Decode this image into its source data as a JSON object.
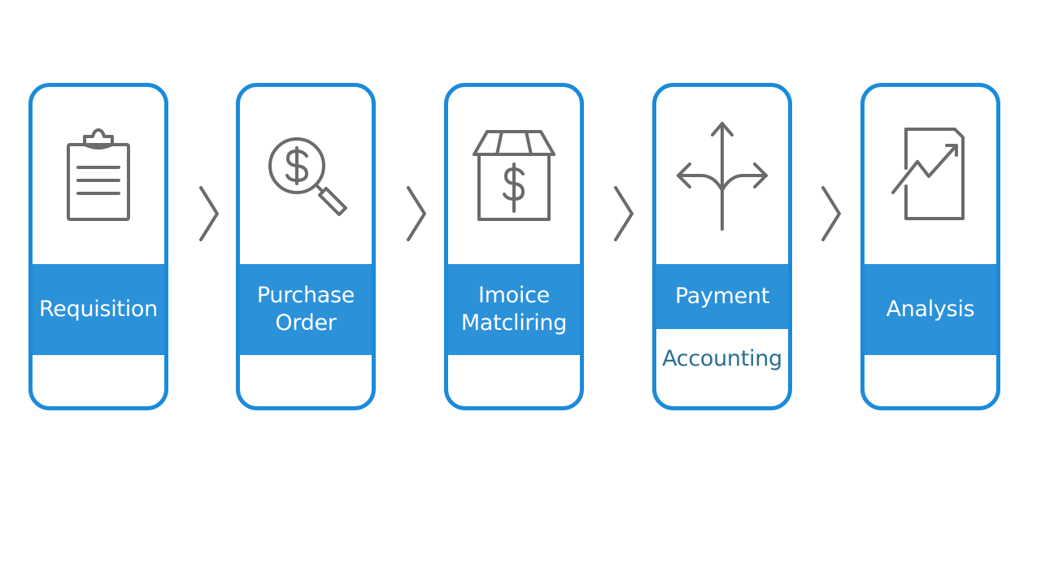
{
  "steps": [
    {
      "name": "requisition",
      "label_lines": [
        "Requisition"
      ],
      "icon": "clipboard-icon"
    },
    {
      "name": "purchase-order",
      "label_lines": [
        "Purchase",
        "Order"
      ],
      "icon": "dollar-magnifier-icon"
    },
    {
      "name": "invoice-matching",
      "label_lines": [
        "Imoice",
        "Matcliring"
      ],
      "icon": "store-dollar-icon"
    },
    {
      "name": "payment",
      "label_lines": [
        "Payment"
      ],
      "sublabel": "Accounting",
      "icon": "branching-arrows-icon"
    },
    {
      "name": "analysis",
      "label_lines": [
        "Analysis"
      ],
      "icon": "trend-chart-icon"
    }
  ],
  "colors": {
    "border": "#1b8bd9",
    "band": "#2b91d9",
    "icon_stroke": "#6b6b6b",
    "chevron": "#6b6b6b",
    "sublabel": "#2a6f93"
  }
}
